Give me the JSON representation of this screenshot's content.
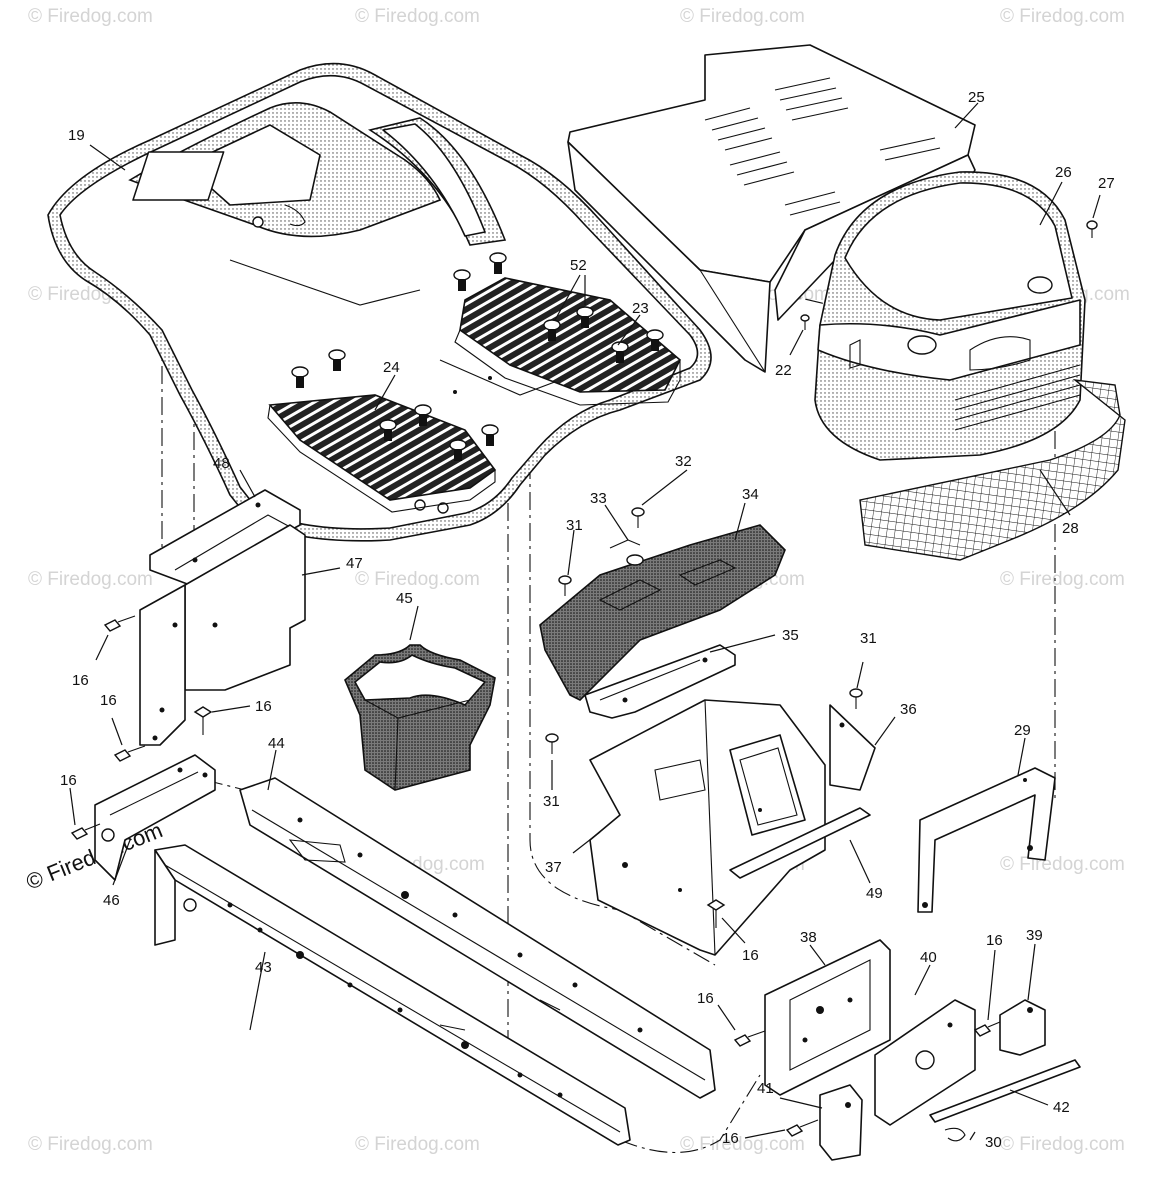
{
  "watermark": "© Firedog.com",
  "callouts": {
    "c16a": "16",
    "c16b": "16",
    "c16c": "16",
    "c16d": "16",
    "c16e": "16",
    "c16f": "16",
    "c16g": "16",
    "c16h": "16",
    "c19": "19",
    "c22": "22",
    "c23": "23",
    "c24": "24",
    "c25": "25",
    "c26": "26",
    "c27": "27",
    "c28": "28",
    "c29": "29",
    "c30": "30",
    "c31a": "31",
    "c31b": "31",
    "c31c": "31",
    "c32": "32",
    "c33": "33",
    "c34": "34",
    "c35": "35",
    "c36": "36",
    "c37": "37",
    "c38": "38",
    "c39": "39",
    "c40": "40",
    "c41": "41",
    "c42": "42",
    "c43": "43",
    "c44": "44",
    "c45": "45",
    "c46": "46",
    "c47": "47",
    "c48": "48",
    "c49": "49",
    "c52": "52"
  }
}
